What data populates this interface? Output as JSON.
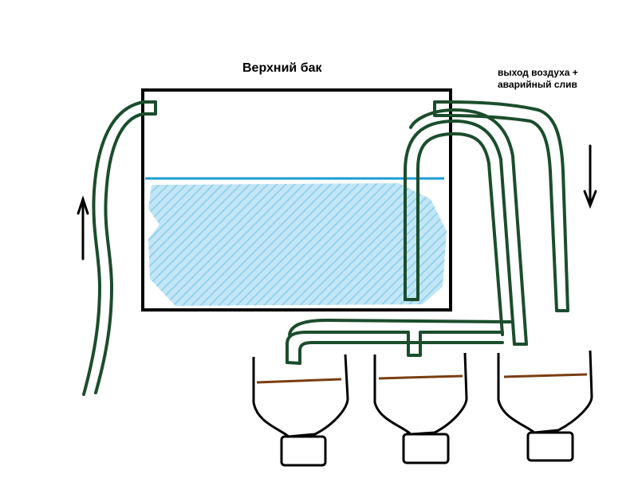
{
  "diagram": {
    "tank_label": "Верхний бак",
    "outlet_label_line1": "выход воздуха +",
    "outlet_label_line2": "аварийный слив"
  },
  "colors": {
    "pipe": "#1b4d2c",
    "water_fill": "#a3d8ef",
    "water_line": "#1a9bd7",
    "soil_line": "#7a3e12",
    "outline": "#000000"
  },
  "icons": [
    "arrow-up-icon",
    "arrow-down-icon"
  ]
}
